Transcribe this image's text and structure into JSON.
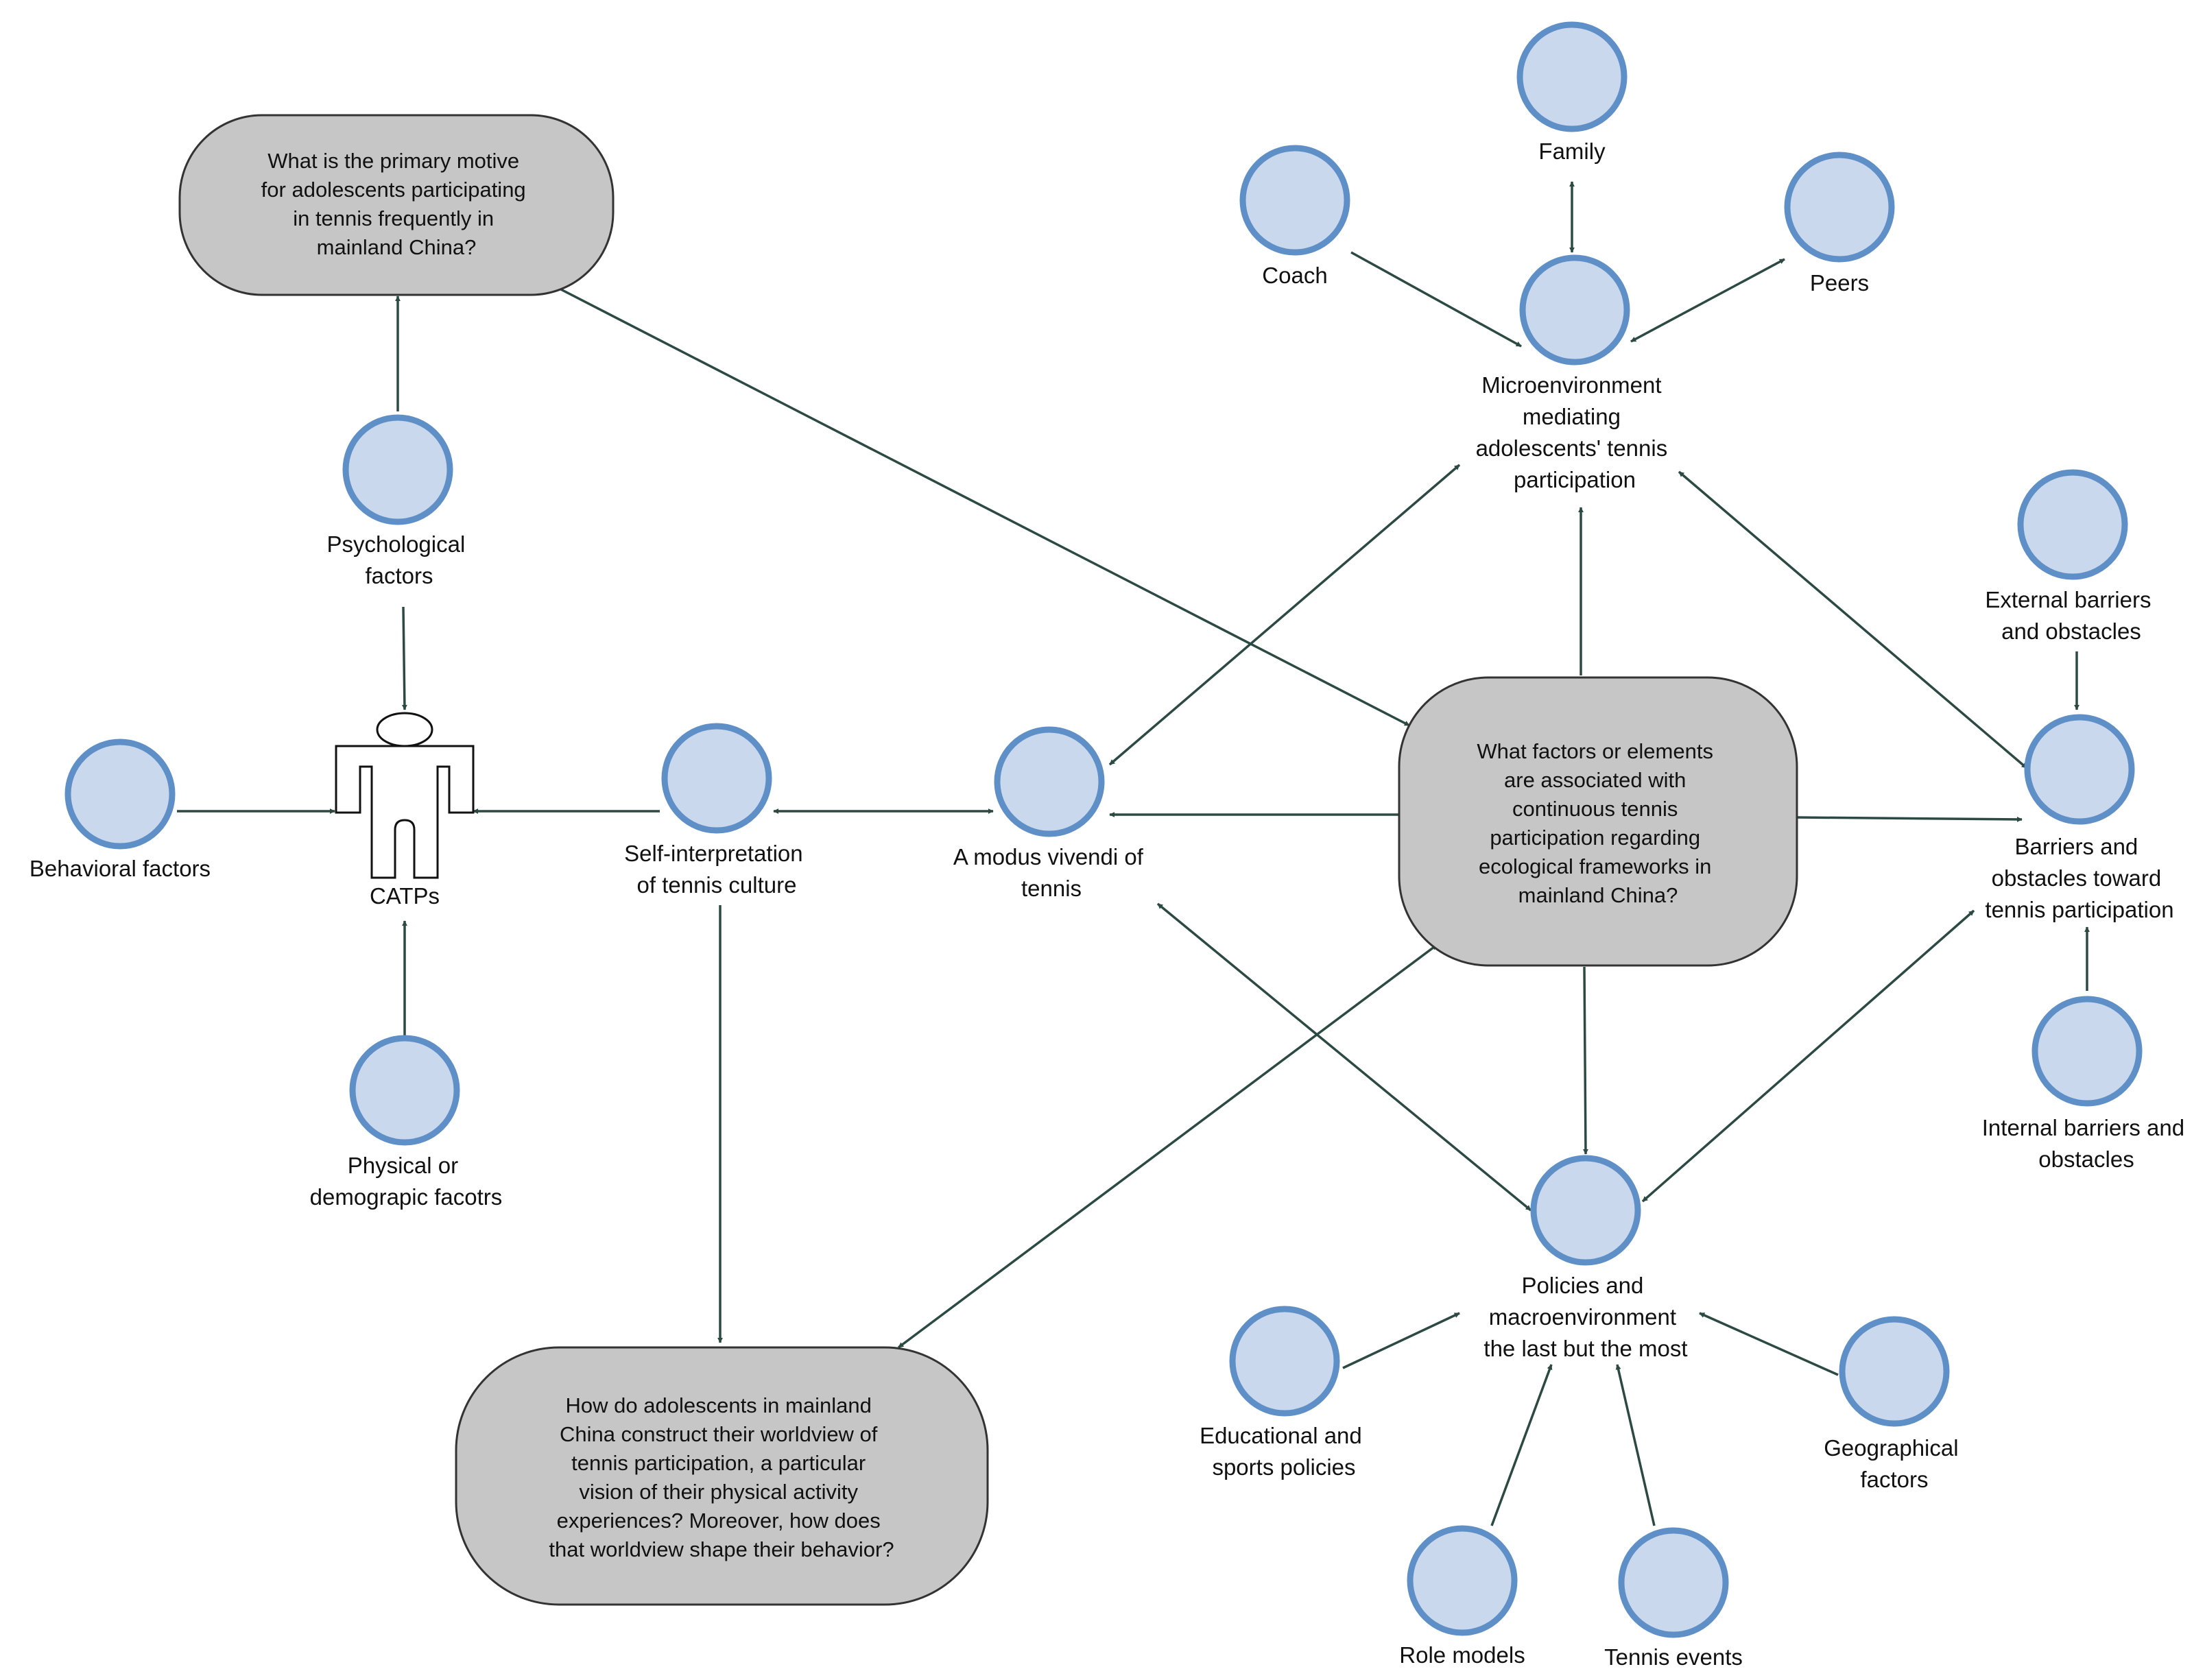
{
  "colors": {
    "node_fill": "#c9d8ec",
    "node_stroke": "#5f8fc7",
    "question_fill": "#c6c6c6",
    "question_stroke": "#333333",
    "arrow": "#2c4a43",
    "person_stroke": "#111111"
  },
  "questions": {
    "q1": [
      "What is the primary motive",
      "for adolescents participating",
      "in tennis frequently in",
      "mainland China?"
    ],
    "q2": [
      "What factors or elements",
      "are associated with",
      "continuous tennis",
      "participation regarding",
      "ecological frameworks in",
      "mainland China?"
    ],
    "q3": [
      "How do adolescents in mainland",
      "China construct their worldview of",
      "tennis participation, a particular",
      "vision of their physical activity",
      "experiences? Moreover, how does",
      "that worldview shape their behavior?"
    ]
  },
  "nodes": {
    "family": [
      "Family"
    ],
    "coach": [
      "Coach"
    ],
    "peers": [
      "Peers"
    ],
    "micro": [
      "Microenvironment",
      "mediating",
      "adolescents' tennis",
      "participation"
    ],
    "psych": [
      "Psychological",
      "factors"
    ],
    "behavioral": [
      "Behavioral factors"
    ],
    "catps": [
      "CATPs"
    ],
    "physical": [
      "Physical or",
      "demograpic facotrs"
    ],
    "selfint": [
      "Self-interpretation",
      "of tennis culture"
    ],
    "modus": [
      "A modus vivendi of",
      "tennis"
    ],
    "external": [
      "External barriers",
      "and obstacles"
    ],
    "barriers": [
      "Barriers and",
      "obstacles toward",
      "tennis participation"
    ],
    "internal": [
      "Internal barriers and",
      "obstacles"
    ],
    "policies": [
      "Policies and",
      "macroenvironment",
      "the last but the most"
    ],
    "edu": [
      "Educational and",
      "sports policies"
    ],
    "geo": [
      "Geographical",
      "factors"
    ],
    "role": [
      "Role models"
    ],
    "events": [
      "Tennis events"
    ]
  }
}
